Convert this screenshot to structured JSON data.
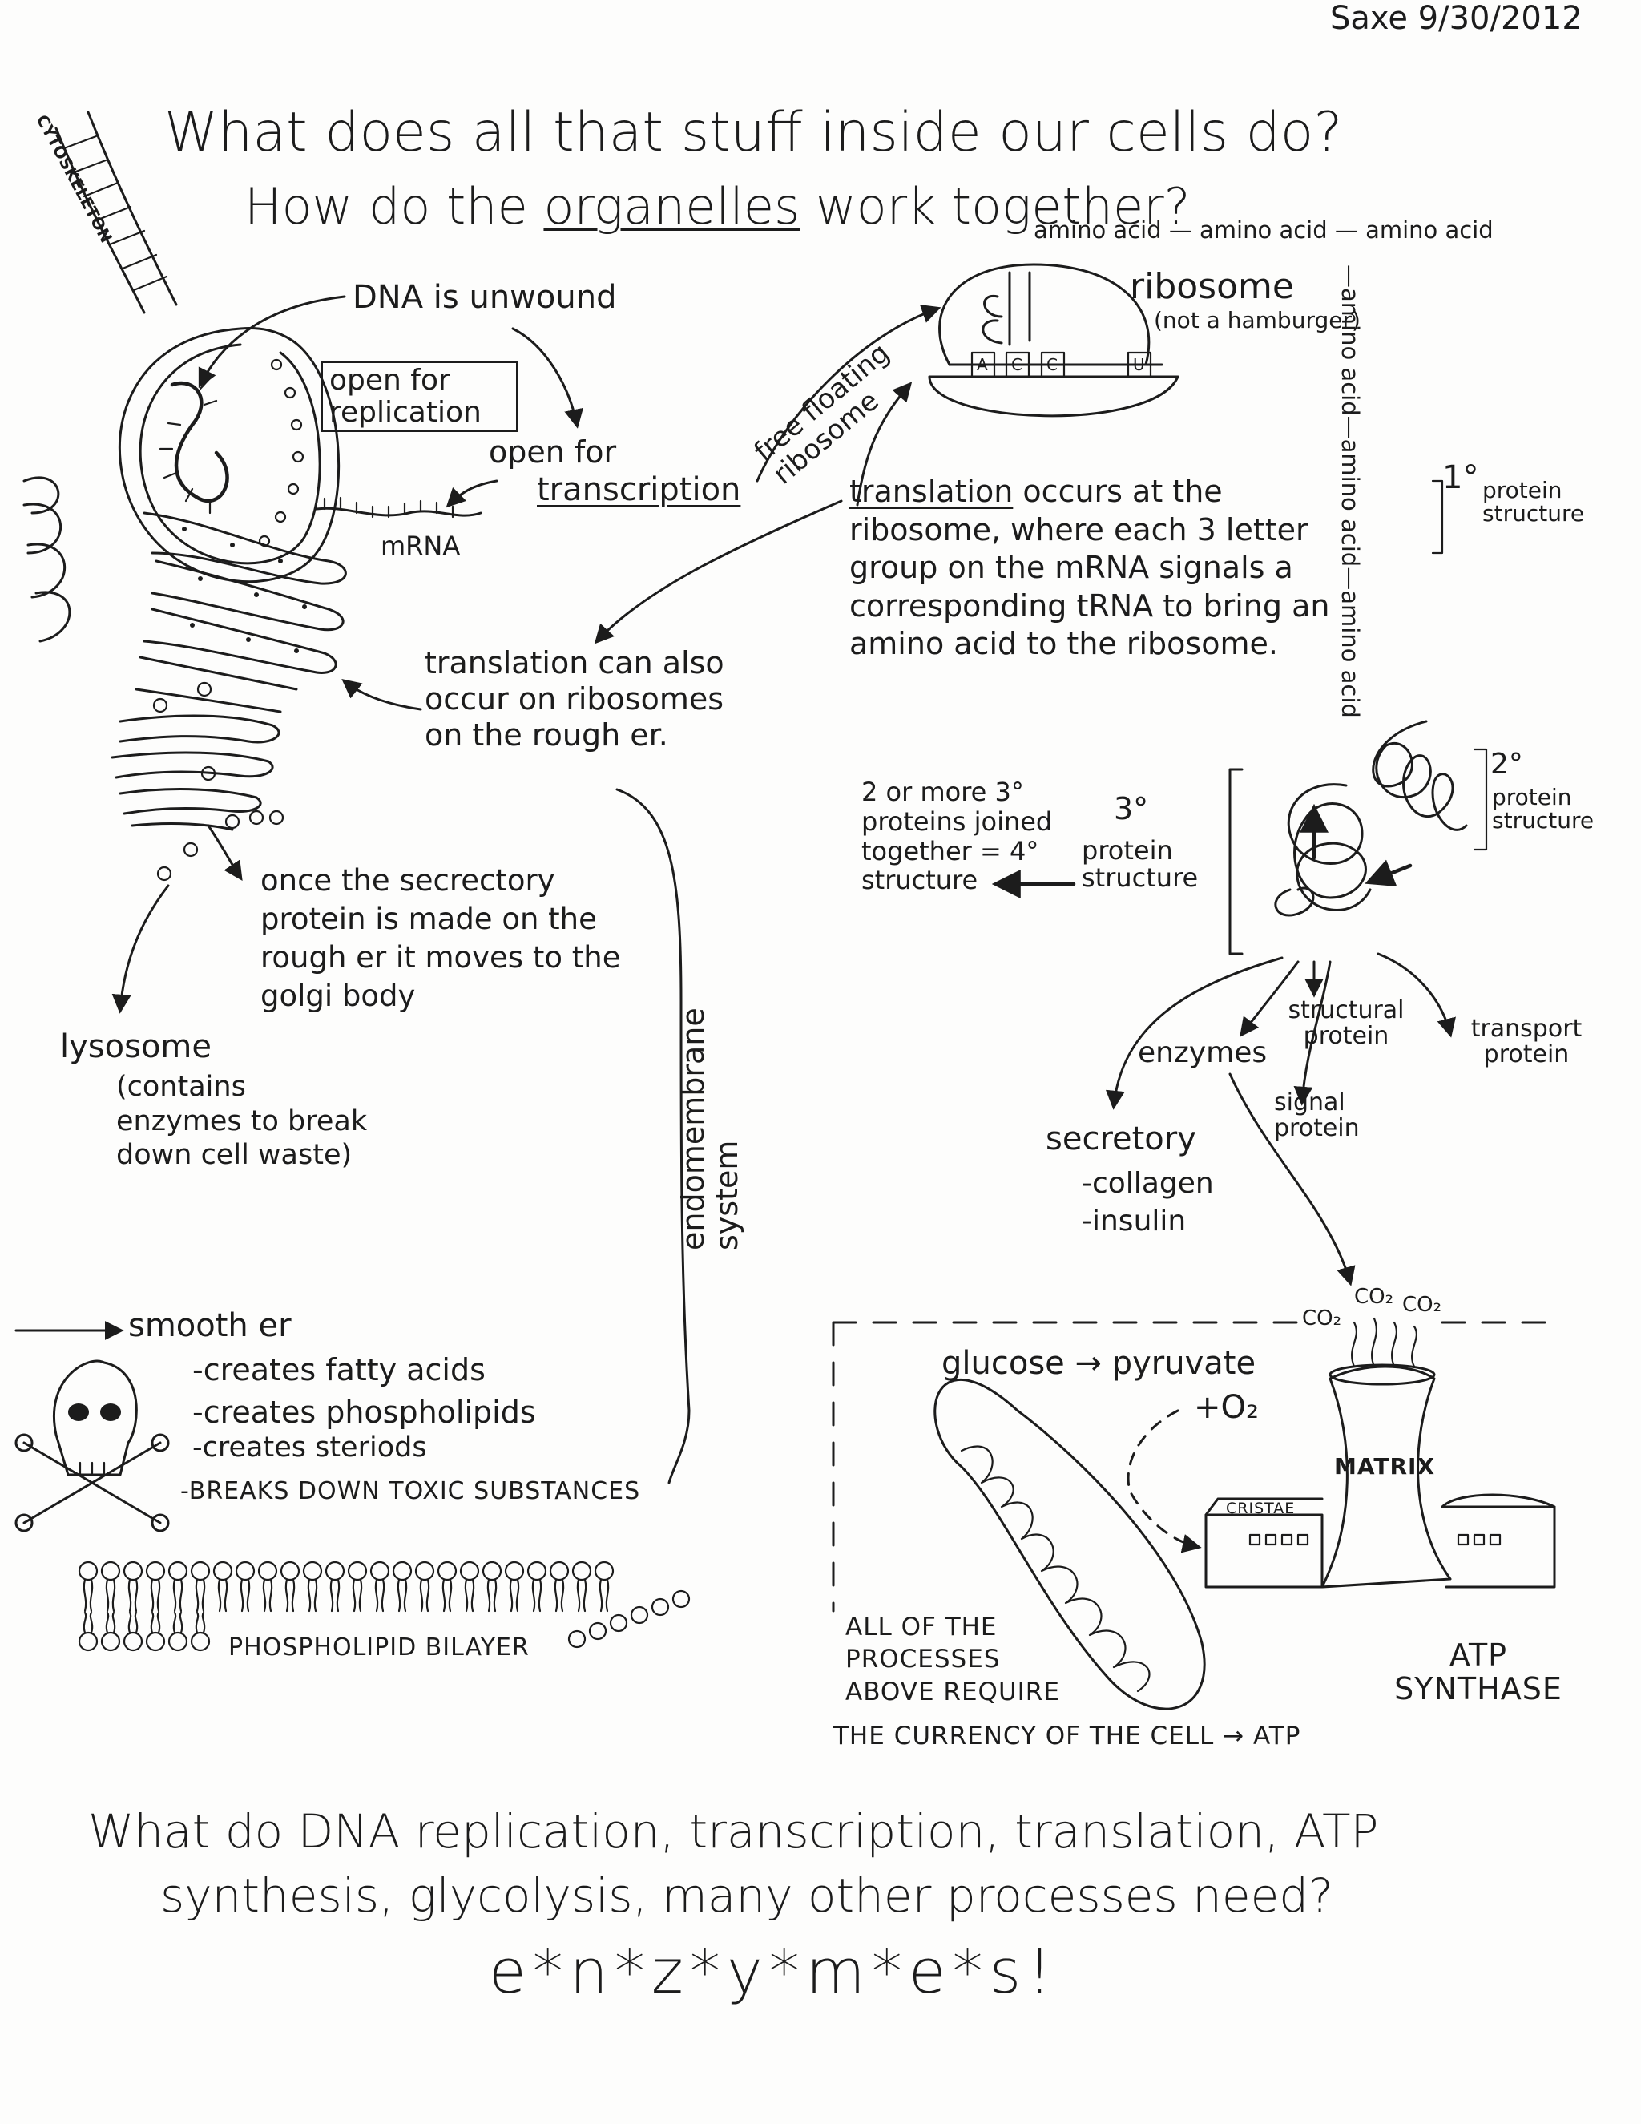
{
  "header": {
    "signature": "Saxe 9/30/2012",
    "title_line1": "What does all that stuff inside our cells do?",
    "title_line2_pre": "How do the",
    "title_line2_em": "organelles",
    "title_line2_post": "work together?"
  },
  "labels": {
    "cytoskeleton": "CYTOSKELETON",
    "dna_unwound": "DNA is unwound",
    "open_replication": "open for replication",
    "open_transcription_pre": "open for",
    "open_transcription_em": "transcription",
    "mrna": "mRNA",
    "free_ribosome": "free floating ribosome",
    "amino_top": "amino acid — amino acid — amino acid",
    "amino_right": "—amino acid—amino acid—amino acid",
    "ribosome": "ribosome",
    "ribosome_note": "(not a hamburger)",
    "codon_a": "A",
    "codon_c1": "C",
    "codon_c2": "C",
    "codon_u": "U",
    "translation_heading": "translation",
    "translation_rest": "occurs at the ribosome, where each 3 letter group on the mRNA signals a corresponding tRNA to bring an amino acid to the ribosome.",
    "primary_num": "1°",
    "primary_text": "protein structure",
    "secondary_num": "2°",
    "secondary_text": "protein structure",
    "tertiary_num": "3°",
    "tertiary_text": "protein structure",
    "quaternary": "2 or more 3° proteins joined together = 4° structure",
    "rough_er": "translation can also occur on ribosomes on the rough er.",
    "secretory_move": "once the secrectory protein is made on the rough er it moves to the golgi body",
    "lysosome": "lysosome",
    "lysosome_note": "(contains enzymes to break down cell waste)",
    "endomembrane": "endomembrane system",
    "structural_protein": "structural protein",
    "transport_protein": "transport protein",
    "enzymes": "enzymes",
    "signal_protein": "signal protein",
    "secretory": "secretory",
    "collagen": "-collagen",
    "insulin": "-insulin",
    "smooth_er": "smooth er",
    "fatty_acids": "-creates fatty acids",
    "phospholipids": "-creates phospholipids",
    "steroids": "-creates steriods",
    "toxic": "-BREAKS DOWN TOXIC SUBSTANCES",
    "bilayer": "PHOSPHOLIPID BILAYER",
    "co2_a": "CO₂",
    "co2_b": "CO₂",
    "co2_c": "CO₂",
    "glucose": "glucose → pyruvate",
    "o2": "+O₂",
    "matrix": "MATRIX",
    "cristae": "CRISTAE",
    "all_processes": "ALL OF THE PROCESSES ABOVE REQUIRE",
    "currency": "THE CURRENCY OF THE CELL → ATP",
    "atp_synthase": "ATP SYNTHASE"
  },
  "footer": {
    "question_line1": "What do DNA replication, transcription, translation, ATP",
    "question_line2": "synthesis, glycolysis, many other processes need?",
    "answer": "e*n*z*y*m*e*s!"
  },
  "icons": [
    "skull-crossbones-icon",
    "cell-nucleus-icon",
    "ribosome-icon",
    "golgi-icon",
    "mitochondrion-icon",
    "power-plant-icon"
  ]
}
